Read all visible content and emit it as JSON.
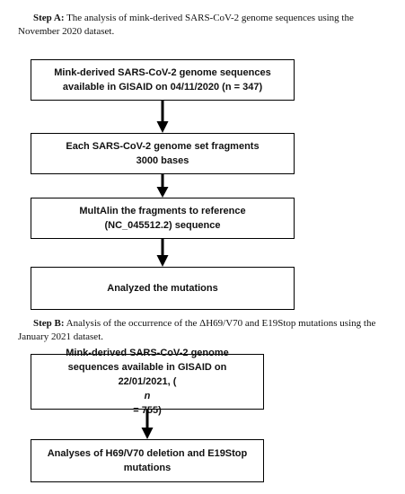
{
  "step_a": {
    "label": "Step A:",
    "text": " The analysis of mink-derived SARS-CoV-2 genome sequences using the November 2020 dataset.",
    "boxes": [
      {
        "line1": "Mink-derived SARS-CoV-2 genome sequences",
        "line2": "available in GISAID on 04/11/2020 (n = 347)"
      },
      {
        "line1": "Each SARS-CoV-2 genome set fragments",
        "line2": "3000 bases"
      },
      {
        "line1": "MultAlin the fragments to reference",
        "line2": "(NC_045512.2) sequence"
      },
      {
        "line1": "Analyzed the mutations"
      }
    ]
  },
  "step_b": {
    "label": "Step B:",
    "text": " Analysis of the occurrence of the ΔH69/V70 and E19Stop mutations using the January 2021 dataset.",
    "boxes": [
      {
        "line1": "Mink-derived SARS-CoV-2 genome",
        "line2": "sequences available in GISAID on",
        "line3_prefix": "22/01/2021, (",
        "line3_n": "n",
        "line3_suffix": " = 755)"
      },
      {
        "line1": "Analyses of H69/V70 deletion and E19Stop",
        "line2": "mutations"
      }
    ]
  }
}
